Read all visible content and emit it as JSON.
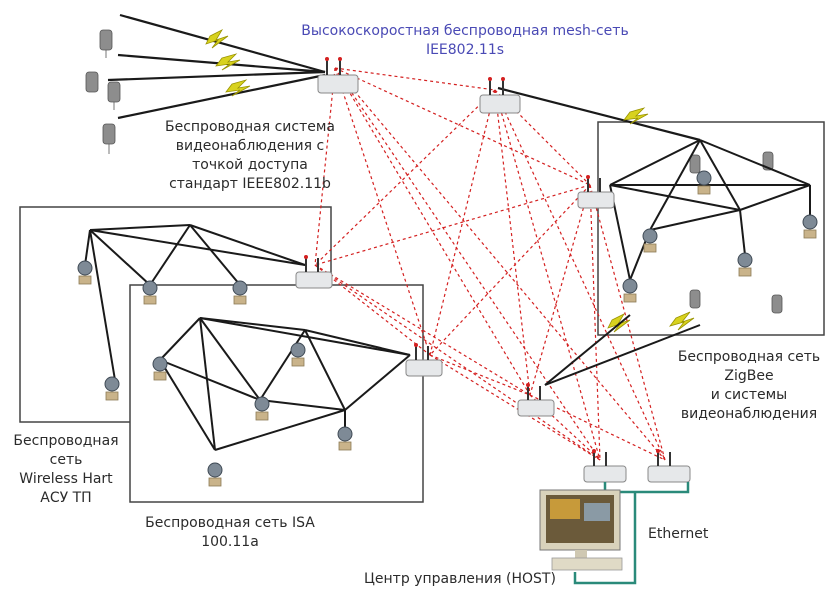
{
  "title": {
    "line1": "Высокоскоростная беспроводная mesh-сеть",
    "line2": "IEE802.11s"
  },
  "labels": {
    "video_system": [
      "Беспроводная система",
      "видеонаблюдения с",
      "точкой доступа",
      "стандарт IEEE802.11b"
    ],
    "zigbee": [
      "Беспроводная сеть",
      "ZigBee",
      "и системы",
      "видеонаблюдения"
    ],
    "wireless_hart": [
      "Беспроводная",
      "сеть",
      "Wireless Hart",
      "АСУ ТП"
    ],
    "isa": [
      "Беспроводная сеть ISA",
      "100.11a"
    ],
    "ethernet": "Ethernet",
    "host": "Центр управления (HOST)"
  },
  "colors": {
    "mesh_link": "#d42020",
    "wired_link": "#1a1a1a",
    "radio_bolt": "#d8d21e",
    "ethernet_cable": "#2a8a7a",
    "title": "#4a4ab5"
  }
}
